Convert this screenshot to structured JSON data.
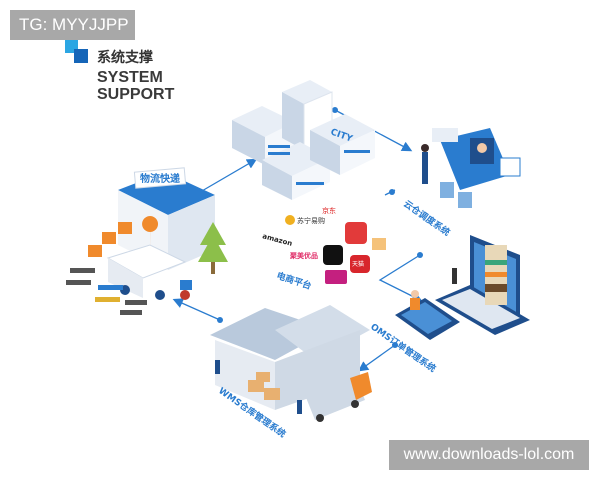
{
  "watermarks": {
    "top": "TG: MYYJJPP",
    "bottom": "www.downloads-lol.com"
  },
  "logo": {
    "title_cn": "系统支撑",
    "title_en_line1": "SYSTEM",
    "title_en_line2": "SUPPORT"
  },
  "nodes": {
    "city": "CITY",
    "logistics": "物流快递",
    "ecommerce": "电商平台",
    "cloud": "云仓调度系统",
    "oms": "OMS订单管理系统",
    "wms": "WMS仓库管理系统"
  },
  "ecommerce_logos": [
    "京东",
    "苏宁易购",
    "amazon",
    "聚美优品",
    "天猫"
  ],
  "colors": {
    "accent": "#2a7ccf",
    "dark_blue": "#1f4e8c",
    "orange": "#f08a2c",
    "watermark": "#a8a8a8"
  }
}
